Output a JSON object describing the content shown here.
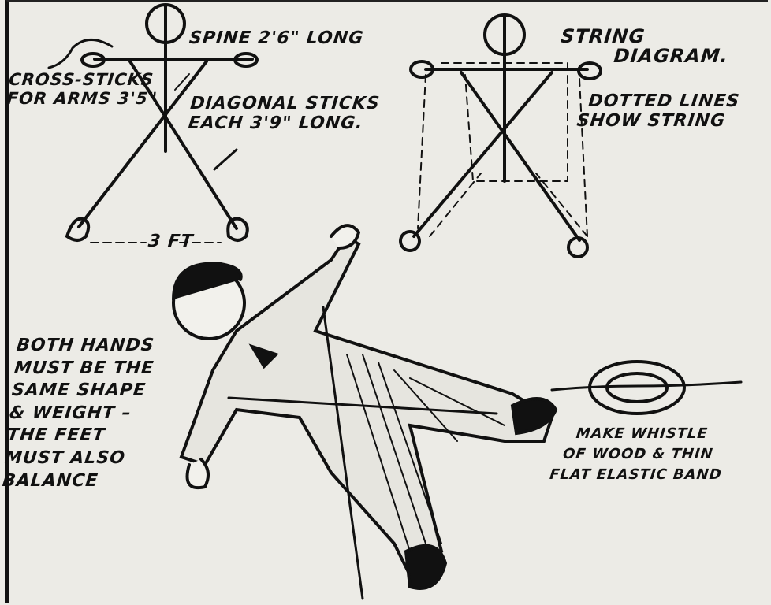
{
  "labels": {
    "spine": "SPINE 2'6\" LONG",
    "cross_sticks": [
      "CROSS-STICKS",
      "FOR ARMS 3'5\""
    ],
    "diagonal_sticks": [
      "DIAGONAL STICKS",
      "EACH 3'9\" LONG."
    ],
    "width": "3 FT",
    "string_diagram": [
      "STRING",
      "DIAGRAM."
    ],
    "dotted_lines": [
      "DOTTED LINES",
      "SHOW STRING"
    ],
    "balance_note": [
      "BOTH HANDS",
      "MUST BE THE",
      "SAME SHAPE",
      "& WEIGHT –",
      "THE FEET",
      "MUST ALSO",
      "BALANCE"
    ],
    "whistle_note": [
      "MAKE WHISTLE",
      "OF WOOD & THIN",
      "FLAT ELASTIC BAND"
    ]
  }
}
